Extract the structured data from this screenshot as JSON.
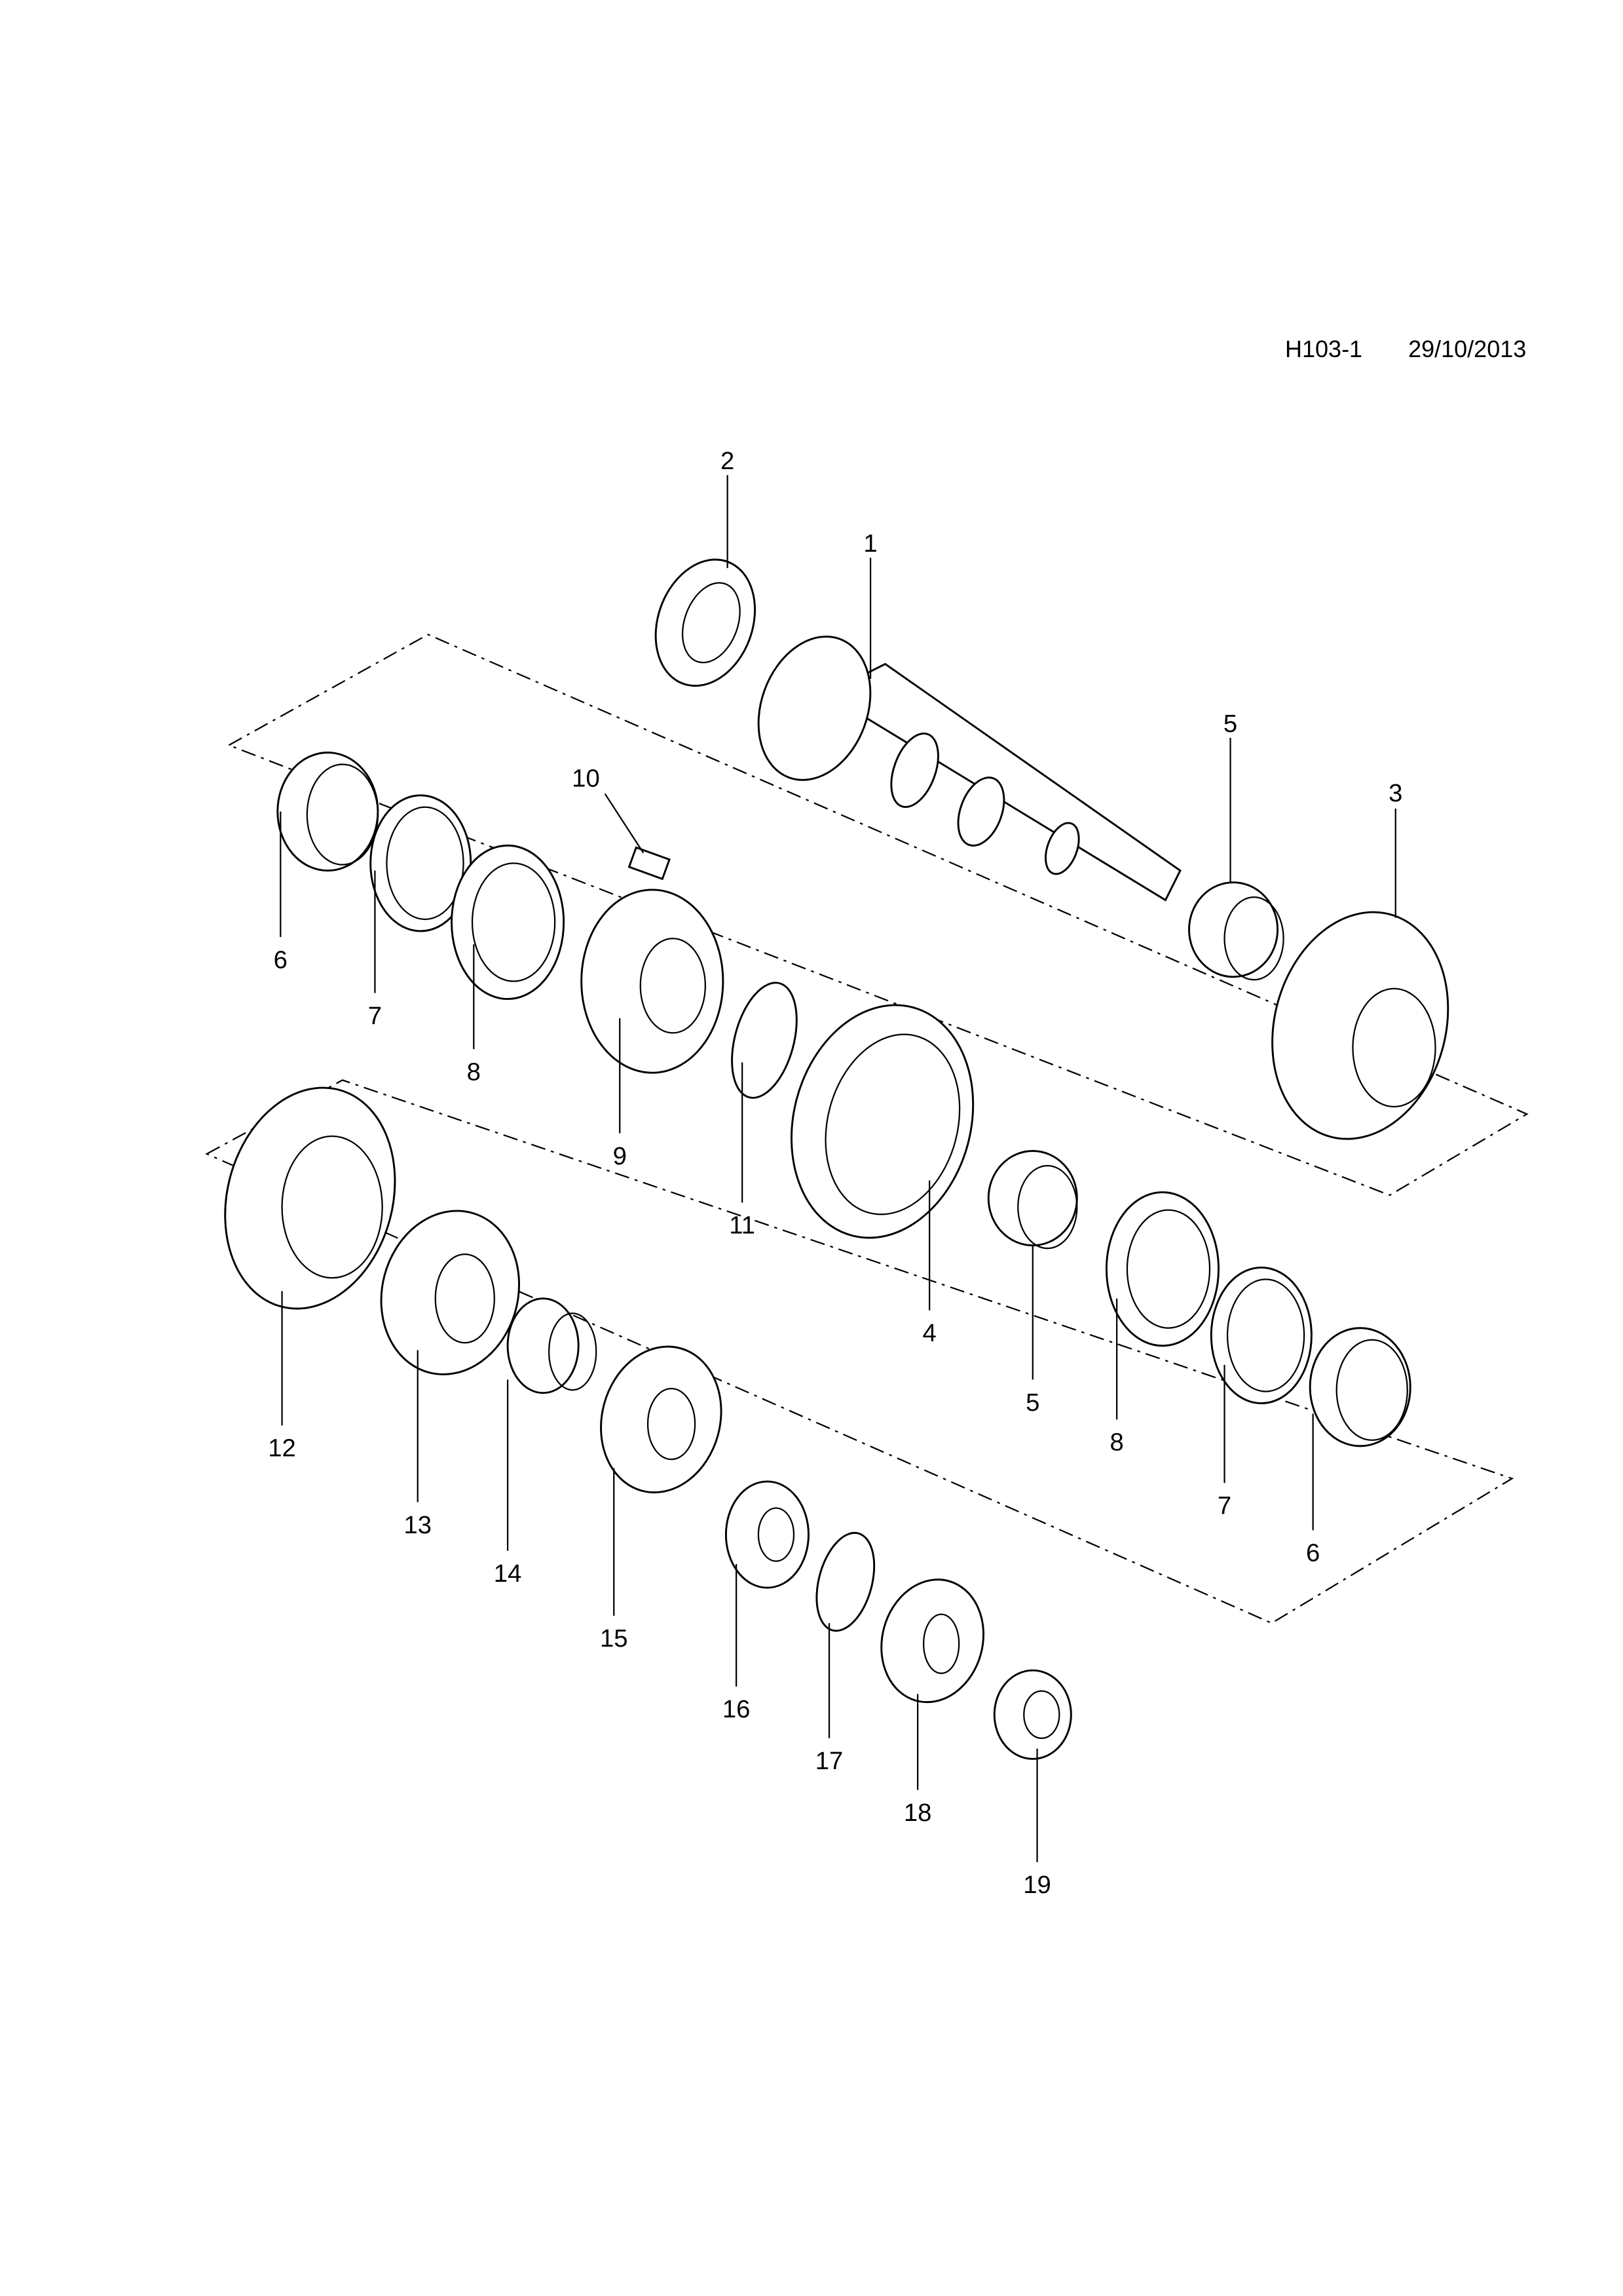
{
  "header": {
    "diagram_code": "H103-1",
    "date": "29/10/2013"
  },
  "callouts": [
    "1",
    "2",
    "3",
    "4",
    "5",
    "6",
    "7",
    "8",
    "9",
    "10",
    "11",
    "12",
    "13",
    "14",
    "15",
    "16",
    "17",
    "18",
    "19"
  ],
  "repeat_labels": {
    "five_b": "5",
    "six_b": "6",
    "seven_b": "7",
    "eight_b": "8"
  }
}
